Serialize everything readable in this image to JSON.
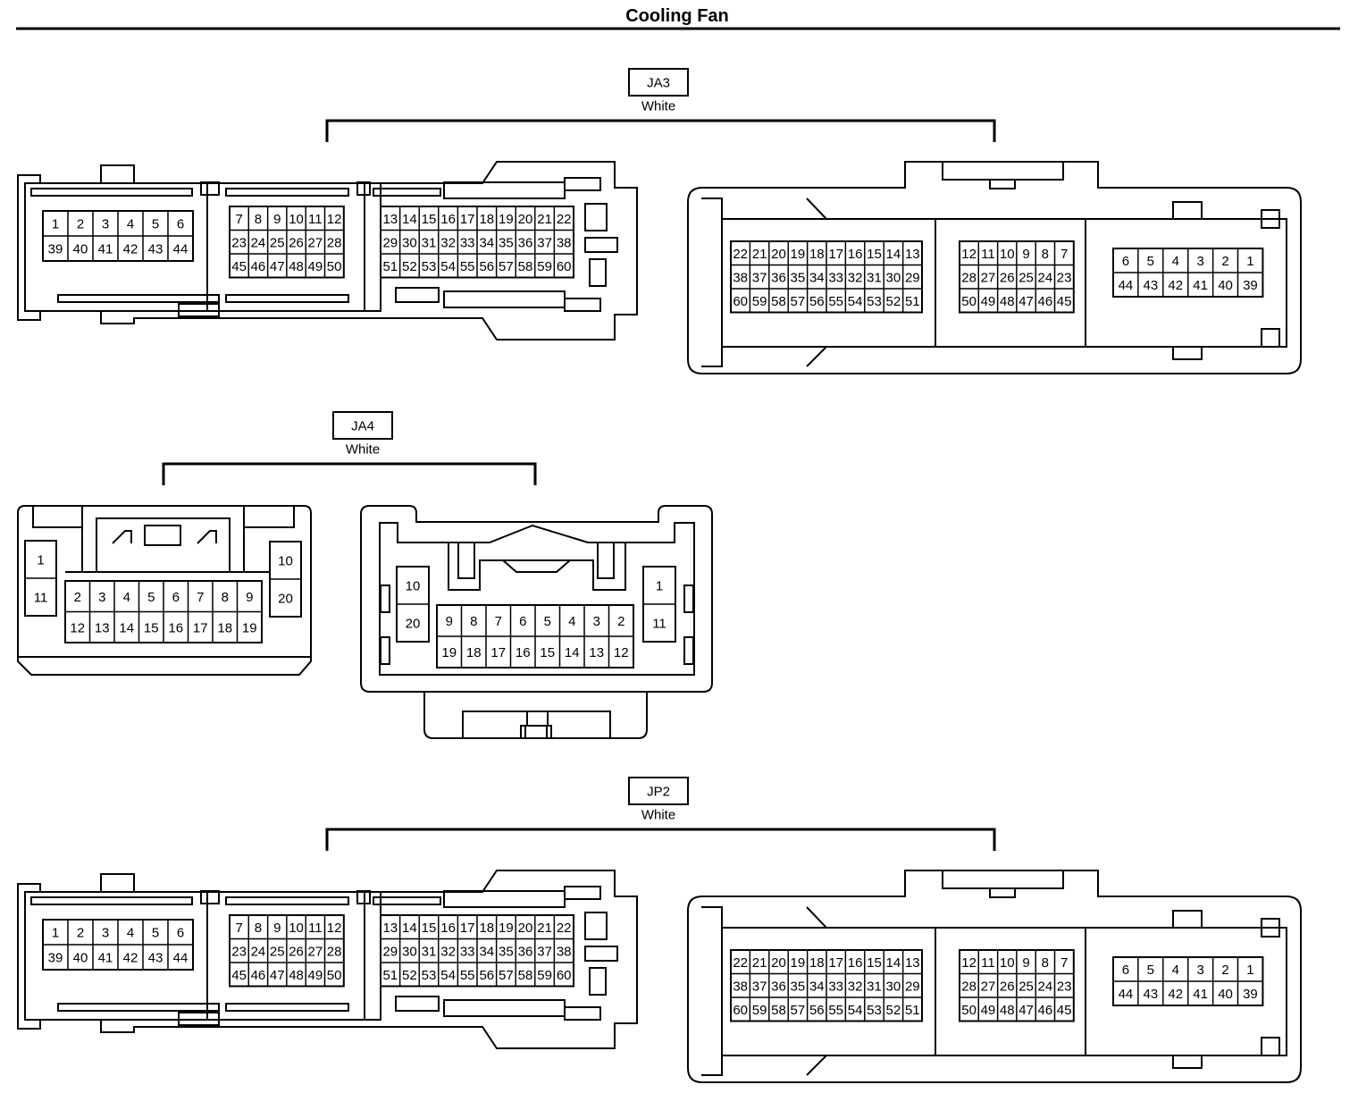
{
  "title": "Cooling Fan",
  "ecu_pins": {
    "a": [
      [
        "1",
        "2",
        "3",
        "4",
        "5",
        "6"
      ],
      [
        "39",
        "40",
        "41",
        "42",
        "43",
        "44"
      ]
    ],
    "b": [
      [
        "7",
        "8",
        "9",
        "10",
        "11",
        "12"
      ],
      [
        "23",
        "24",
        "25",
        "26",
        "27",
        "28"
      ],
      [
        "45",
        "46",
        "47",
        "48",
        "49",
        "50"
      ]
    ],
    "c": [
      [
        "13",
        "14",
        "15",
        "16",
        "17",
        "18",
        "19",
        "20",
        "21",
        "22"
      ],
      [
        "29",
        "30",
        "31",
        "32",
        "33",
        "34",
        "35",
        "36",
        "37",
        "38"
      ],
      [
        "51",
        "52",
        "53",
        "54",
        "55",
        "56",
        "57",
        "58",
        "59",
        "60"
      ]
    ],
    "d": [
      [
        "22",
        "21",
        "20",
        "19",
        "18",
        "17",
        "16",
        "15",
        "14",
        "13"
      ],
      [
        "38",
        "37",
        "36",
        "35",
        "34",
        "33",
        "32",
        "31",
        "30",
        "29"
      ],
      [
        "60",
        "59",
        "58",
        "57",
        "56",
        "55",
        "54",
        "53",
        "52",
        "51"
      ]
    ],
    "e": [
      [
        "12",
        "11",
        "10",
        "9",
        "8",
        "7"
      ],
      [
        "28",
        "27",
        "26",
        "25",
        "24",
        "23"
      ],
      [
        "50",
        "49",
        "48",
        "47",
        "46",
        "45"
      ]
    ],
    "f": [
      [
        "6",
        "5",
        "4",
        "3",
        "2",
        "1"
      ],
      [
        "44",
        "43",
        "42",
        "41",
        "40",
        "39"
      ]
    ]
  },
  "connectors": [
    {
      "id": "JA3",
      "color": "White"
    },
    {
      "id": "JA4",
      "color": "White"
    },
    {
      "id": "JP2",
      "color": "White"
    }
  ],
  "ja4_pins": {
    "male": {
      "left": [
        [
          "1"
        ],
        [
          "11"
        ]
      ],
      "center": [
        [
          "2",
          "3",
          "4",
          "5",
          "6",
          "7",
          "8",
          "9"
        ],
        [
          "12",
          "13",
          "14",
          "15",
          "16",
          "17",
          "18",
          "19"
        ]
      ],
      "right": [
        [
          "10"
        ],
        [
          "20"
        ]
      ]
    },
    "female": {
      "left": [
        [
          "10"
        ],
        [
          "20"
        ]
      ],
      "center": [
        [
          "9",
          "8",
          "7",
          "6",
          "5",
          "4",
          "3",
          "2"
        ],
        [
          "19",
          "18",
          "17",
          "16",
          "15",
          "14",
          "13",
          "12"
        ]
      ],
      "right": [
        [
          "1"
        ],
        [
          "11"
        ]
      ]
    }
  }
}
